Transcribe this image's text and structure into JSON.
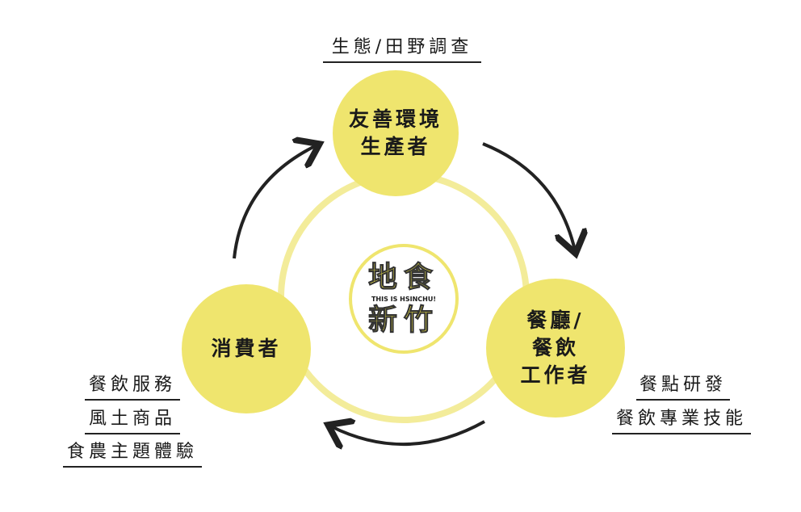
{
  "nodes": {
    "top": [
      "友善環境",
      "生產者"
    ],
    "right": [
      "餐廳/",
      "餐飲",
      "工作者"
    ],
    "left": [
      "消費者"
    ]
  },
  "labels": {
    "top": "生態/田野調查",
    "right": [
      "餐點研發",
      "餐飲專業技能"
    ],
    "left": [
      "餐飲服務",
      "風土商品",
      "食農主題體驗"
    ]
  },
  "logo": {
    "line1": "地食",
    "tagline": "THIS IS HSINCHU!",
    "line2": "新竹"
  },
  "colors": {
    "circle": "#EFE56E",
    "ring": "#F3EC9A",
    "arrow": "#222222"
  }
}
